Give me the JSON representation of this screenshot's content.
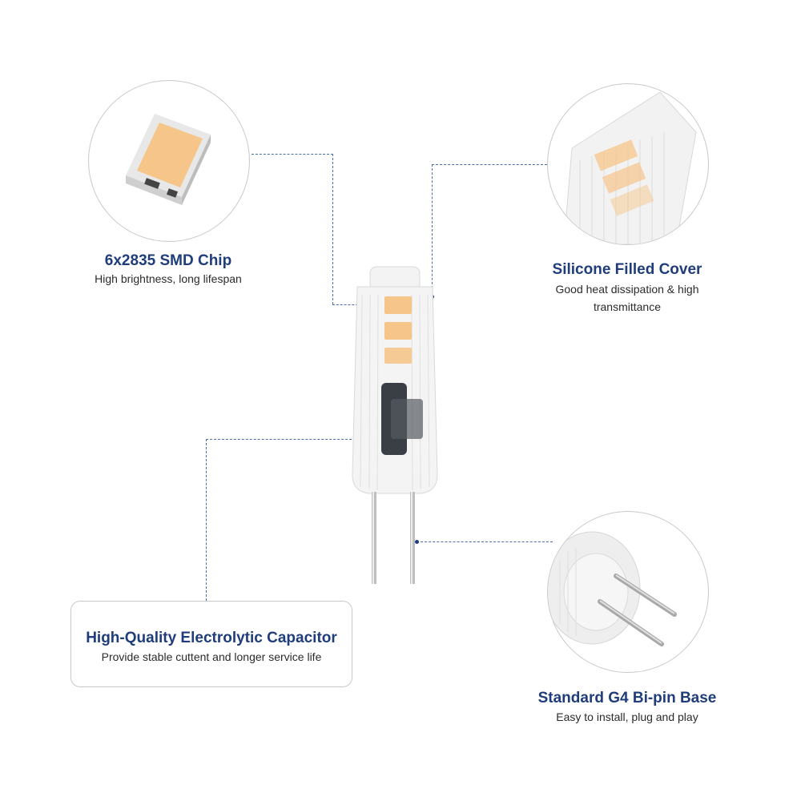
{
  "features": [
    {
      "title": "6x2835 SMD Chip",
      "subtitle": "High brightness, long lifespan"
    },
    {
      "title": "Silicone Filled Cover",
      "subtitle_line1": "Good heat dissipation & high",
      "subtitle_line2": "transmittance"
    },
    {
      "title": "High-Quality Electrolytic Capacitor",
      "subtitle": "Provide stable cuttent and longer service life"
    },
    {
      "title": "Standard G4 Bi-pin Base",
      "subtitle": "Easy to install, plug and play"
    }
  ],
  "colors": {
    "accent": "#1f3d7a",
    "connector": "#4a6ea8",
    "led": "#f6c58a"
  },
  "icons": [
    "smd-chip-closeup",
    "silicone-cover-closeup",
    "bi-pin-base-closeup",
    "g4-bulb-image"
  ]
}
